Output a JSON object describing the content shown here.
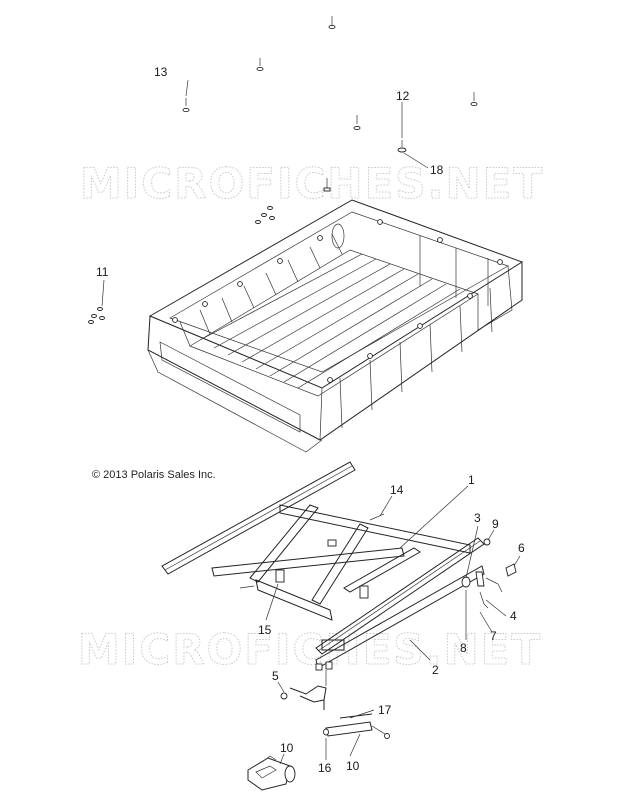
{
  "copyright": "© 2013 Polaris Sales Inc.",
  "watermark": "MICROFICHES.NET",
  "callouts": [
    {
      "id": "c1",
      "label": "1"
    },
    {
      "id": "c2",
      "label": "2"
    },
    {
      "id": "c3",
      "label": "3"
    },
    {
      "id": "c4",
      "label": "4"
    },
    {
      "id": "c5",
      "label": "5"
    },
    {
      "id": "c6",
      "label": "6"
    },
    {
      "id": "c7",
      "label": "7"
    },
    {
      "id": "c8",
      "label": "8"
    },
    {
      "id": "c9",
      "label": "9"
    },
    {
      "id": "c10a",
      "label": "10"
    },
    {
      "id": "c10b",
      "label": "10"
    },
    {
      "id": "c11",
      "label": "11"
    },
    {
      "id": "c12",
      "label": "12"
    },
    {
      "id": "c13",
      "label": "13"
    },
    {
      "id": "c14",
      "label": "14"
    },
    {
      "id": "c15",
      "label": "15"
    },
    {
      "id": "c16",
      "label": "16"
    },
    {
      "id": "c17",
      "label": "17"
    },
    {
      "id": "c18",
      "label": "18"
    }
  ]
}
